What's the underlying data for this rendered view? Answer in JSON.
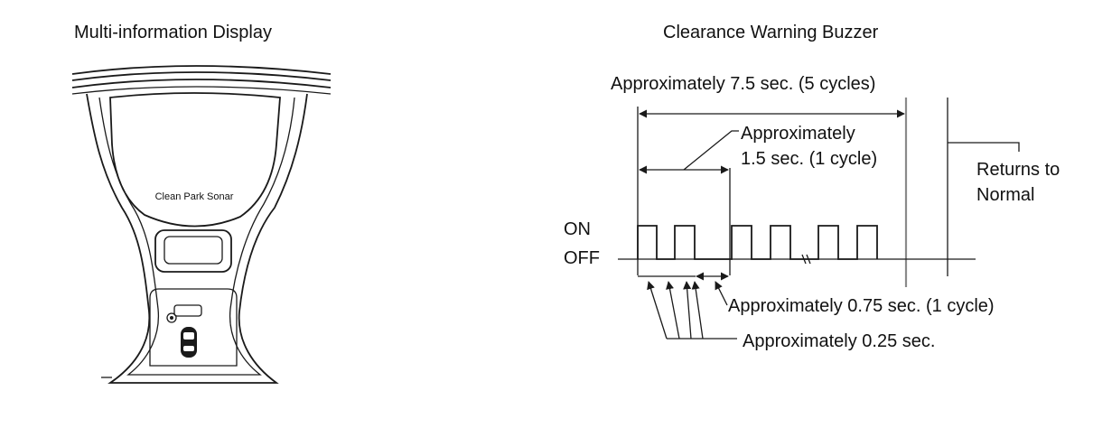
{
  "left_panel": {
    "title": "Multi-information Display",
    "screen_text": "Clean Park Sonar"
  },
  "right_panel": {
    "title": "Clearance Warning Buzzer",
    "total_duration": "Approximately 7.5 sec. (5 cycles)",
    "cycle_duration_line1": "Approximately",
    "cycle_duration_line2": "1.5 sec. (1 cycle)",
    "returns_line1": "Returns to",
    "returns_line2": "Normal",
    "on_label": "ON",
    "off_label": "OFF",
    "off_duration": "Approximately 0.75 sec. (1 cycle)",
    "pulse_duration": "Approximately 0.25 sec."
  },
  "colors": {
    "line": "#1a1a1a",
    "grey_line": "#8a8a8a",
    "background": "#ffffff"
  }
}
